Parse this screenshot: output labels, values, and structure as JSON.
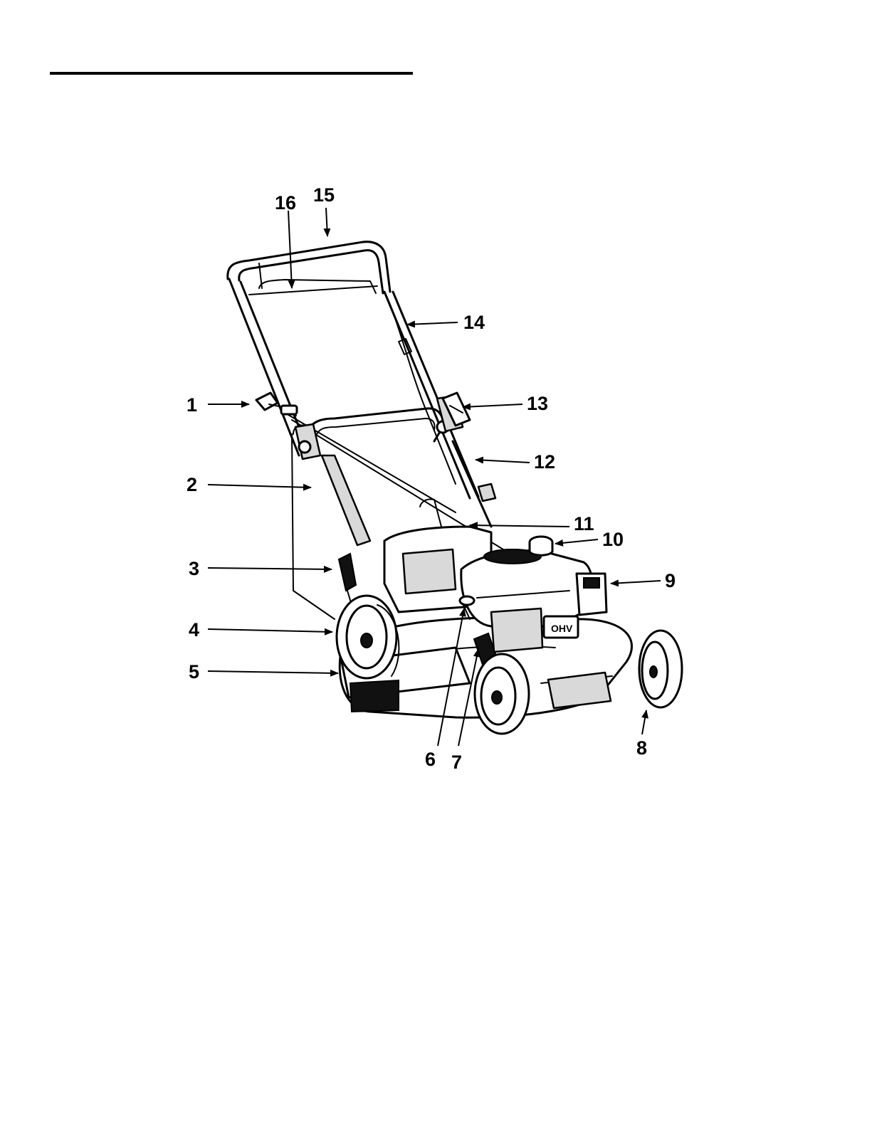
{
  "callouts": [
    {
      "id": "1",
      "label": "1"
    },
    {
      "id": "2",
      "label": "2"
    },
    {
      "id": "3",
      "label": "3"
    },
    {
      "id": "4",
      "label": "4"
    },
    {
      "id": "5",
      "label": "5"
    },
    {
      "id": "6",
      "label": "6"
    },
    {
      "id": "7",
      "label": "7"
    },
    {
      "id": "8",
      "label": "8"
    },
    {
      "id": "9",
      "label": "9"
    },
    {
      "id": "10",
      "label": "10"
    },
    {
      "id": "11",
      "label": "11"
    },
    {
      "id": "12",
      "label": "12"
    },
    {
      "id": "13",
      "label": "13"
    },
    {
      "id": "14",
      "label": "14"
    },
    {
      "id": "15",
      "label": "15"
    },
    {
      "id": "16",
      "label": "16"
    }
  ],
  "engine_badge": "OHV"
}
